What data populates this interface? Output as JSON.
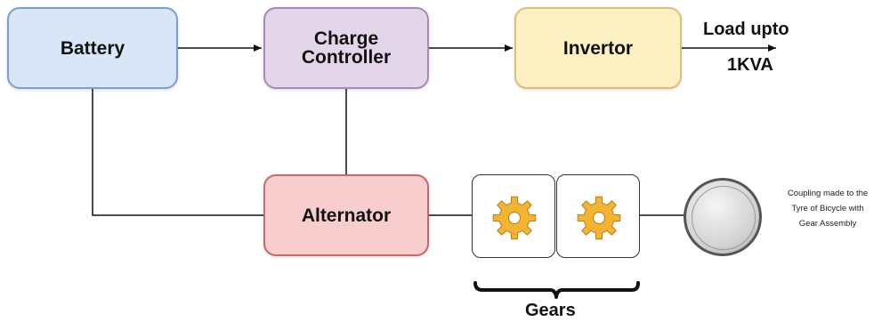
{
  "blocks": {
    "battery": "Battery",
    "charge_controller": [
      "Charge",
      "Controller"
    ],
    "invertor": "Invertor",
    "alternator": "Alternator"
  },
  "load_label": [
    "Load upto",
    "1KVA"
  ],
  "gears_label": "Gears",
  "coupling_note": [
    "Coupling made to the",
    "Tyre of Bicycle with",
    "Gear Assembly"
  ],
  "colors": {
    "battery_fill": "#d8e6f8",
    "charge_controller_fill": "#e4d6ea",
    "invertor_fill": "#fdf1c4",
    "alternator_fill": "#f7cdcd",
    "gear_color": "#f2b431"
  },
  "icons": [
    "gear-icon",
    "gear-icon",
    "wheel-icon"
  ]
}
